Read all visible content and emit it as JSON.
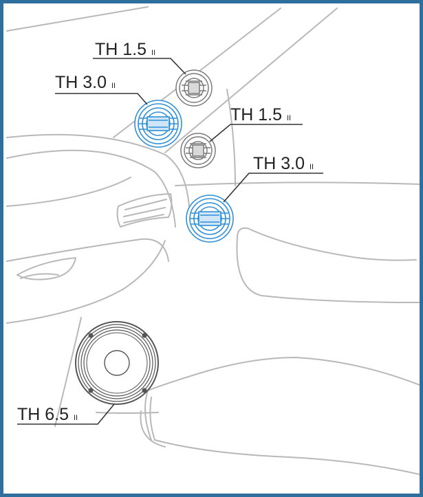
{
  "labels": [
    {
      "id": "tweeter-upper",
      "text": "TH 1.5",
      "suffix": "II"
    },
    {
      "id": "midrange-upper",
      "text": "TH 3.0",
      "suffix": "II"
    },
    {
      "id": "tweeter-lower",
      "text": "TH 1.5",
      "suffix": "II"
    },
    {
      "id": "midrange-lower",
      "text": "TH 3.0",
      "suffix": "II"
    },
    {
      "id": "woofer",
      "text": "TH 6.5",
      "suffix": "II"
    }
  ],
  "colors": {
    "border": "#2f6f9e",
    "line": "#b8b8b8",
    "highlight": "#2f8fd8",
    "speaker_gray": "#7a7a7a",
    "text": "#222222"
  }
}
